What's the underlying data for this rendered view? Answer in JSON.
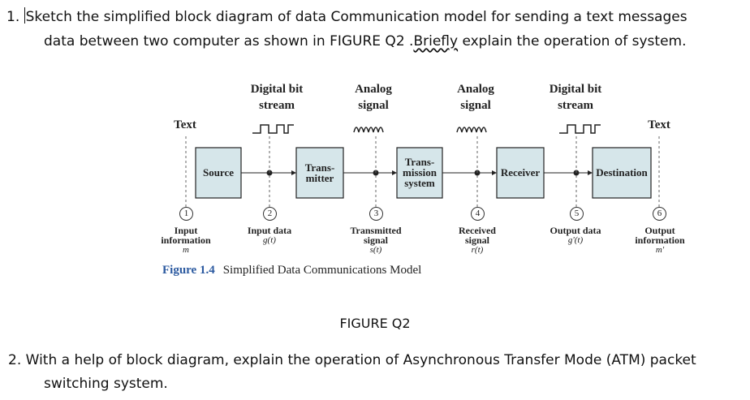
{
  "question1": {
    "number": "1.",
    "line1": "Sketch the simplified block diagram of data Communication model for sending a text messages",
    "line2_pre": "data between two computer as shown in FIGURE Q2 .",
    "line2_underlined": "Briefly",
    "line2_post": " explain the operation of system."
  },
  "figure": {
    "top_labels": [
      {
        "text": "Text"
      },
      {
        "text": "Digital bit\nstream"
      },
      {
        "text": "Analog\nsignal"
      },
      {
        "text": "Analog\nsignal"
      },
      {
        "text": "Digital bit\nstream"
      },
      {
        "text": "Text"
      }
    ],
    "blocks": [
      "Source",
      "Trans-\nmitter",
      "Trans-\nmission\nsystem",
      "Receiver",
      "Destination"
    ],
    "points": [
      {
        "num": "1",
        "label": "Input\ninformation",
        "symbol": "m"
      },
      {
        "num": "2",
        "label": "Input data",
        "symbol": "g(t)"
      },
      {
        "num": "3",
        "label": "Transmitted\nsignal",
        "symbol": "s(t)"
      },
      {
        "num": "4",
        "label": "Received\nsignal",
        "symbol": "r(t)"
      },
      {
        "num": "5",
        "label": "Output data",
        "symbol": "g'(t)"
      },
      {
        "num": "6",
        "label": "Output\ninformation",
        "symbol": "m'"
      }
    ],
    "caption_number": "Figure 1.4",
    "caption_text": "Simplified Data Communications Model",
    "colors": {
      "block_fill": "#d6e6ea",
      "caption_number": "#2c5aa0"
    }
  },
  "figure_label": "FIGURE Q2",
  "question2": {
    "number": "2.",
    "line1": "With a help of block diagram, explain the operation of Asynchronous Transfer Mode (ATM) packet",
    "line2": "switching system."
  }
}
